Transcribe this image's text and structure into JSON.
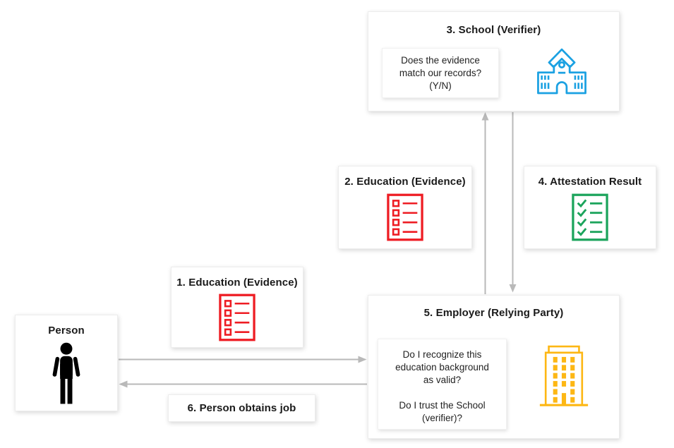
{
  "diagram_title": "Verifiable credential flow: person, school verifier, employer relying party",
  "colors": {
    "red": "#ee1c23",
    "green": "#1ca45c",
    "blue": "#1ba1e2",
    "yellow": "#fdb714",
    "black": "#000000",
    "arrow": "#b9b9b9",
    "text": "#1a1a1a"
  },
  "boxes": {
    "school": {
      "title": "3. School (Verifier)",
      "icon": "school-building-icon",
      "question_lines": [
        "Does the evidence",
        "match our records?",
        "(Y/N)"
      ]
    },
    "education_evidence_2": {
      "title": "2. Education (Evidence)",
      "icon": "checklist-icon"
    },
    "attestation_result": {
      "title": "4. Attestation Result",
      "icon": "checklist-checked-icon"
    },
    "education_evidence_1": {
      "title": "1. Education (Evidence)",
      "icon": "checklist-icon"
    },
    "person": {
      "title": "Person",
      "icon": "person-icon"
    },
    "employer": {
      "title": "5. Employer (Relying Party)",
      "icon": "office-building-icon",
      "question1_lines": [
        "Do I recognize this",
        "education background",
        "as valid?"
      ],
      "question2_lines": [
        "Do I trust the School",
        "(verifier)?"
      ]
    },
    "person_obtains_job": {
      "title": "6. Person obtains job"
    }
  },
  "arrows": [
    {
      "name": "employer-to-school",
      "direction": "up"
    },
    {
      "name": "school-to-employer",
      "direction": "down"
    },
    {
      "name": "person-to-employer",
      "direction": "right"
    },
    {
      "name": "employer-to-person",
      "direction": "left"
    }
  ]
}
